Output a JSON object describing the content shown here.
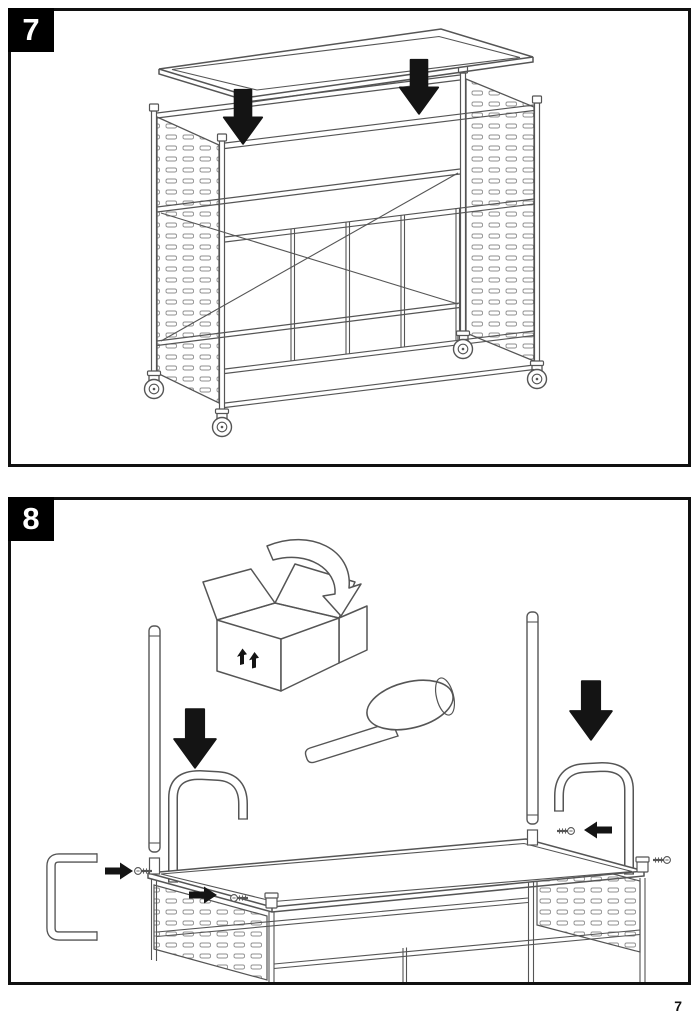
{
  "page": {
    "number": "7"
  },
  "panels": [
    {
      "id": "step-7",
      "step_label": "7",
      "depicts": "lower-top-shelf-onto-cart-frame",
      "icons": [
        "down-arrow",
        "down-arrow",
        "caster-wheel",
        "perforated-side-panel",
        "top-shelf",
        "cart-frame"
      ]
    },
    {
      "id": "step-8",
      "step_label": "8",
      "depicts": "unpack-parts-and-tap-handles-and-posts-onto-frame",
      "icons": [
        "carton-box",
        "flip-arrow",
        "this-way-up-arrows",
        "rubber-mallet",
        "crank-tool",
        "extension-post",
        "extension-post",
        "push-handle",
        "push-handle",
        "down-arrow",
        "down-arrow",
        "small-arrow",
        "small-arrow",
        "small-arrow",
        "screw",
        "screw",
        "screw",
        "shelf-assembly"
      ]
    }
  ],
  "colors": {
    "line": "#555555",
    "arrow": "#141414",
    "panel_border": "#101010",
    "badge_background": "#000000",
    "badge_text": "#ffffff",
    "page_background": "#ffffff"
  }
}
